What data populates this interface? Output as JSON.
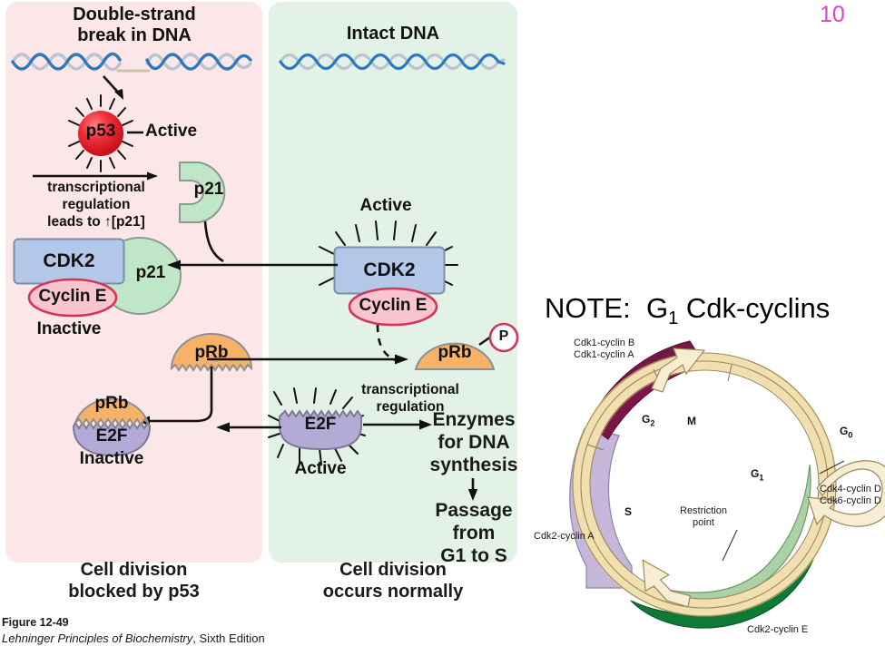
{
  "page": {
    "number": "10"
  },
  "colors": {
    "panel_left_bg": "#fbe6e8",
    "panel_right_bg": "#e2f2e6",
    "page_number": "#e440c0",
    "p53_fill": "#e8202a",
    "cdk2_fill": "#b3c8e8",
    "cyclin_e_fill": "#f9c6cf",
    "cyclin_e_stroke": "#d4365a",
    "p21_fill": "#bfe6c6",
    "prb_fill": "#f7b26a",
    "e2f_fill": "#b4aad6",
    "dna_blue": "#2f78bd",
    "dna_grey": "#b9c4cf",
    "cycle_tan": "#f2dfb0",
    "cdk1_maroon": "#7b1747",
    "cdk2_a_purple": "#c4b7da",
    "cdk46_lightgreen": "#a9d3a5",
    "cdk2_e_green": "#0e7a36"
  },
  "panels": {
    "left": {
      "title": "Double-strand\nbreak in DNA",
      "title_line1": "Double-strand",
      "title_line2": "break in DNA",
      "p53_label": "p53",
      "p53_state": "Active",
      "transcription_line1": "transcriptional",
      "transcription_line2": "regulation",
      "transcription_line3": "leads to ↑[p21]",
      "p21_free_label": "p21",
      "cdk2_label": "CDK2",
      "cyclin_label": "Cyclin E",
      "p21_bound_label": "p21",
      "cdk_state": "Inactive",
      "prb_free_label": "pRb",
      "prb_bound_label": "pRb",
      "e2f_label": "E2F",
      "e2f_state": "Inactive",
      "caption_line1": "Cell division",
      "caption_line2": "blocked by p53"
    },
    "right": {
      "title": "Intact DNA",
      "cdk_state_top": "Active",
      "cdk2_label": "CDK2",
      "cyclin_label": "Cyclin E",
      "prb_label": "pRb",
      "phosphate_label": "P",
      "transcription_line1": "transcriptional",
      "transcription_line2": "regulation",
      "e2f_label": "E2F",
      "e2f_state": "Active",
      "enzymes_line1": "Enzymes",
      "enzymes_line2": "for DNA",
      "enzymes_line3": "synthesis",
      "passage_line1": "Passage",
      "passage_line2": "from",
      "passage_line3": "G1 to S",
      "caption_line1": "Cell division",
      "caption_line2": "occurs normally"
    }
  },
  "note": {
    "prefix": "NOTE:",
    "subject_main": "G",
    "subject_sub": "1",
    "subject_rest": " Cdk-cyclins"
  },
  "cell_cycle": {
    "labels": {
      "cdk1_cyclin_b": "Cdk1-cyclin B",
      "cdk1_cyclin_a": "Cdk1-cyclin A",
      "cdk4_cyclin_d": "Cdk4-cyclin D",
      "cdk6_cyclin_d": "Cdk6-cyclin D",
      "cdk2_cyclin_a": "Cdk2-cyclin A",
      "cdk2_cyclin_e": "Cdk2-cyclin E",
      "restriction_line1": "Restriction",
      "restriction_line2": "point"
    },
    "phases": {
      "g2": "G",
      "g2_sub": "2",
      "m": "M",
      "g1": "G",
      "g1_sub": "1",
      "g0": "G",
      "g0_sub": "0",
      "s": "S"
    }
  },
  "figure": {
    "number": "Figure 12-49",
    "source_italic": "Lehninger Principles of Biochemistry",
    "source_rest": ", Sixth Edition"
  }
}
